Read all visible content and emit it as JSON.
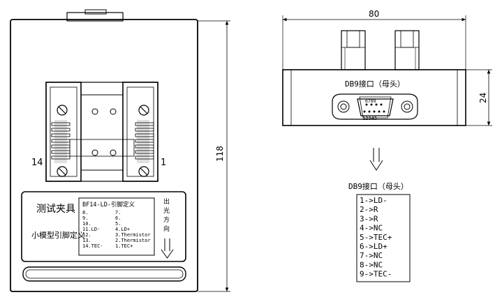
{
  "left_view": {
    "pin_left": "14",
    "pin_right": "1",
    "height_dim": "118",
    "label_title_line1": "测试夹具",
    "label_title_line2": "小模型引脚定义",
    "label_header": "BF14-LD-引脚定义",
    "pins_left": [
      "8.",
      "9.",
      "10.",
      "11.LD-",
      "12.",
      "13.",
      "14.TEC-"
    ],
    "pins_right": [
      "7.",
      "6.",
      "5.",
      "4.LD+",
      "3.Thermistor",
      "2.Thermistor",
      "1.TEC+"
    ],
    "direction_text": [
      "出",
      "光",
      "方",
      "向"
    ]
  },
  "right_view": {
    "width_dim": "80",
    "height_dim": "24",
    "connector_label": "DB9接口（母头）",
    "connector_top_pins": "6789",
    "connector_bottom_pins": "12345",
    "pinout_title": "DB9接口（母头）",
    "pinout": [
      "1->LD-",
      "2->R",
      "3->R",
      "4->NC",
      "5->TEC+",
      "6->LD+",
      "7->NC",
      "8->NC",
      "9->TEC-"
    ]
  }
}
